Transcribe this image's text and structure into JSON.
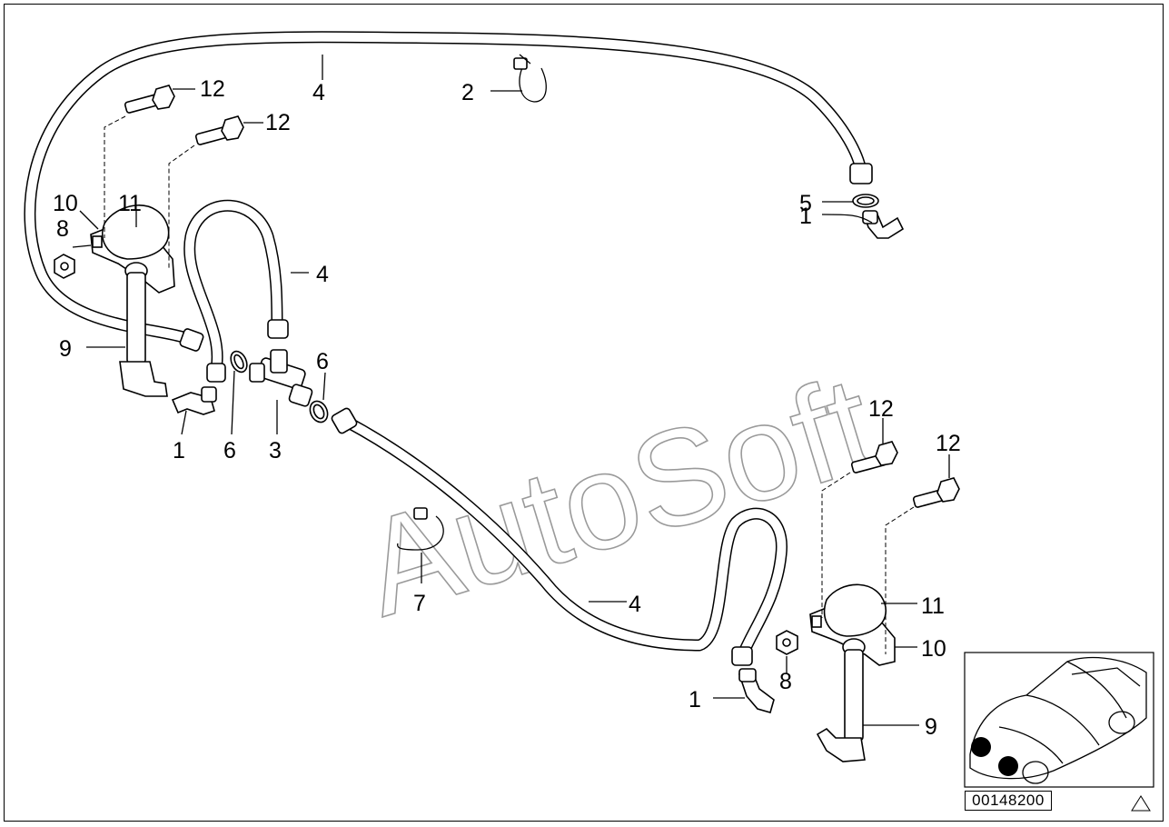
{
  "watermark": "AutoSoft",
  "part_number": "00148200",
  "callouts": {
    "c4_top": "4",
    "c2": "2",
    "c12_a": "12",
    "c12_b": "12",
    "c10_left": "10",
    "c11_left": "11",
    "c8_left": "8",
    "c5": "5",
    "c1_right": "1",
    "c4_mid": "4",
    "c6_right": "6",
    "c9_left": "9",
    "c1_left": "1",
    "c6_left": "6",
    "c3": "3",
    "c12_c": "12",
    "c12_d": "12",
    "c7": "7",
    "c4_low": "4",
    "c11_right": "11",
    "c10_right": "10",
    "c8_right": "8",
    "c1_bottom": "1",
    "c9_right": "9"
  }
}
